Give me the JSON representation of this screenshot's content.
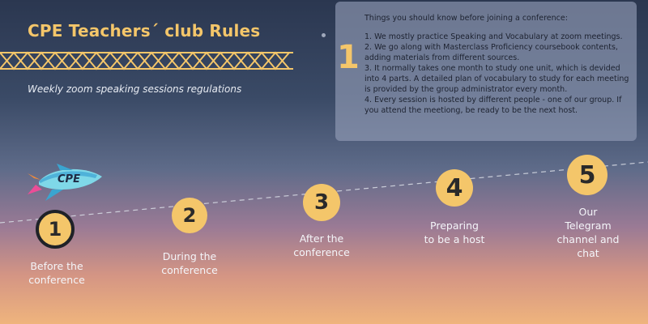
{
  "header": {
    "title": "CPE Teachers´ club Rules",
    "subtitle": "Weekly zoom speaking sessions regulations"
  },
  "info": {
    "number": "1",
    "heading": "Things you should know before joining a conference:",
    "rules": [
      "1. We mostly practice Speaking and Vocabulary at zoom meetings.",
      "2. We go along with Masterclass Proficiency coursebook contents, adding materials from different sources.",
      "3.  It normally takes one month to study one unit, which is devided into 4 parts. A detailed plan of vocabulary to study for each meeting is provided by the group administrator every month.",
      "4. Every session is hosted by different people - one of our group. If you attend the meetiong, be ready to be the next host."
    ]
  },
  "rocket": {
    "label": "CPE"
  },
  "steps": [
    {
      "number": "1",
      "label_lines": [
        "Before the",
        "conference"
      ]
    },
    {
      "number": "2",
      "label_lines": [
        "During the",
        "conference"
      ]
    },
    {
      "number": "3",
      "label_lines": [
        "After the",
        "conference"
      ]
    },
    {
      "number": "4",
      "label_lines": [
        "Preparing",
        "to be a host"
      ]
    },
    {
      "number": "5",
      "label_lines": [
        "Our",
        "Telegram",
        "channel and",
        "chat"
      ]
    }
  ],
  "colors": {
    "accent": "#f4c66a",
    "text_light": "#f3f4f8",
    "panel": "#96a0b9"
  }
}
